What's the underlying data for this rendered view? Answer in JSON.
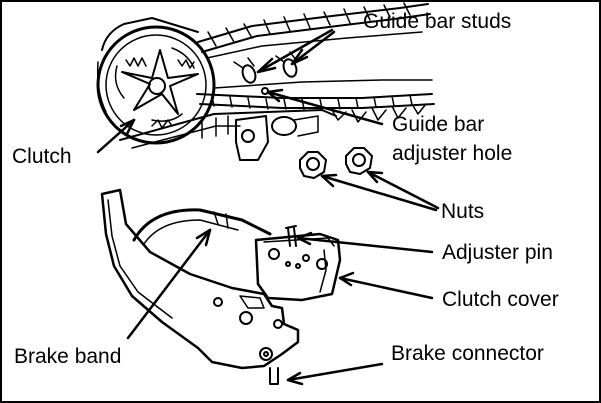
{
  "labels": {
    "guide_bar_studs": "Guide bar studs",
    "clutch": "Clutch",
    "guide_bar_adjuster_hole_line1": "Guide bar",
    "guide_bar_adjuster_hole_line2": "adjuster hole",
    "nuts": "Nuts",
    "adjuster_pin": "Adjuster pin",
    "clutch_cover": "Clutch cover",
    "brake_band": "Brake band",
    "brake_connector": "Brake connector"
  },
  "colors": {
    "ink": "#000000",
    "background": "#ffffff"
  }
}
